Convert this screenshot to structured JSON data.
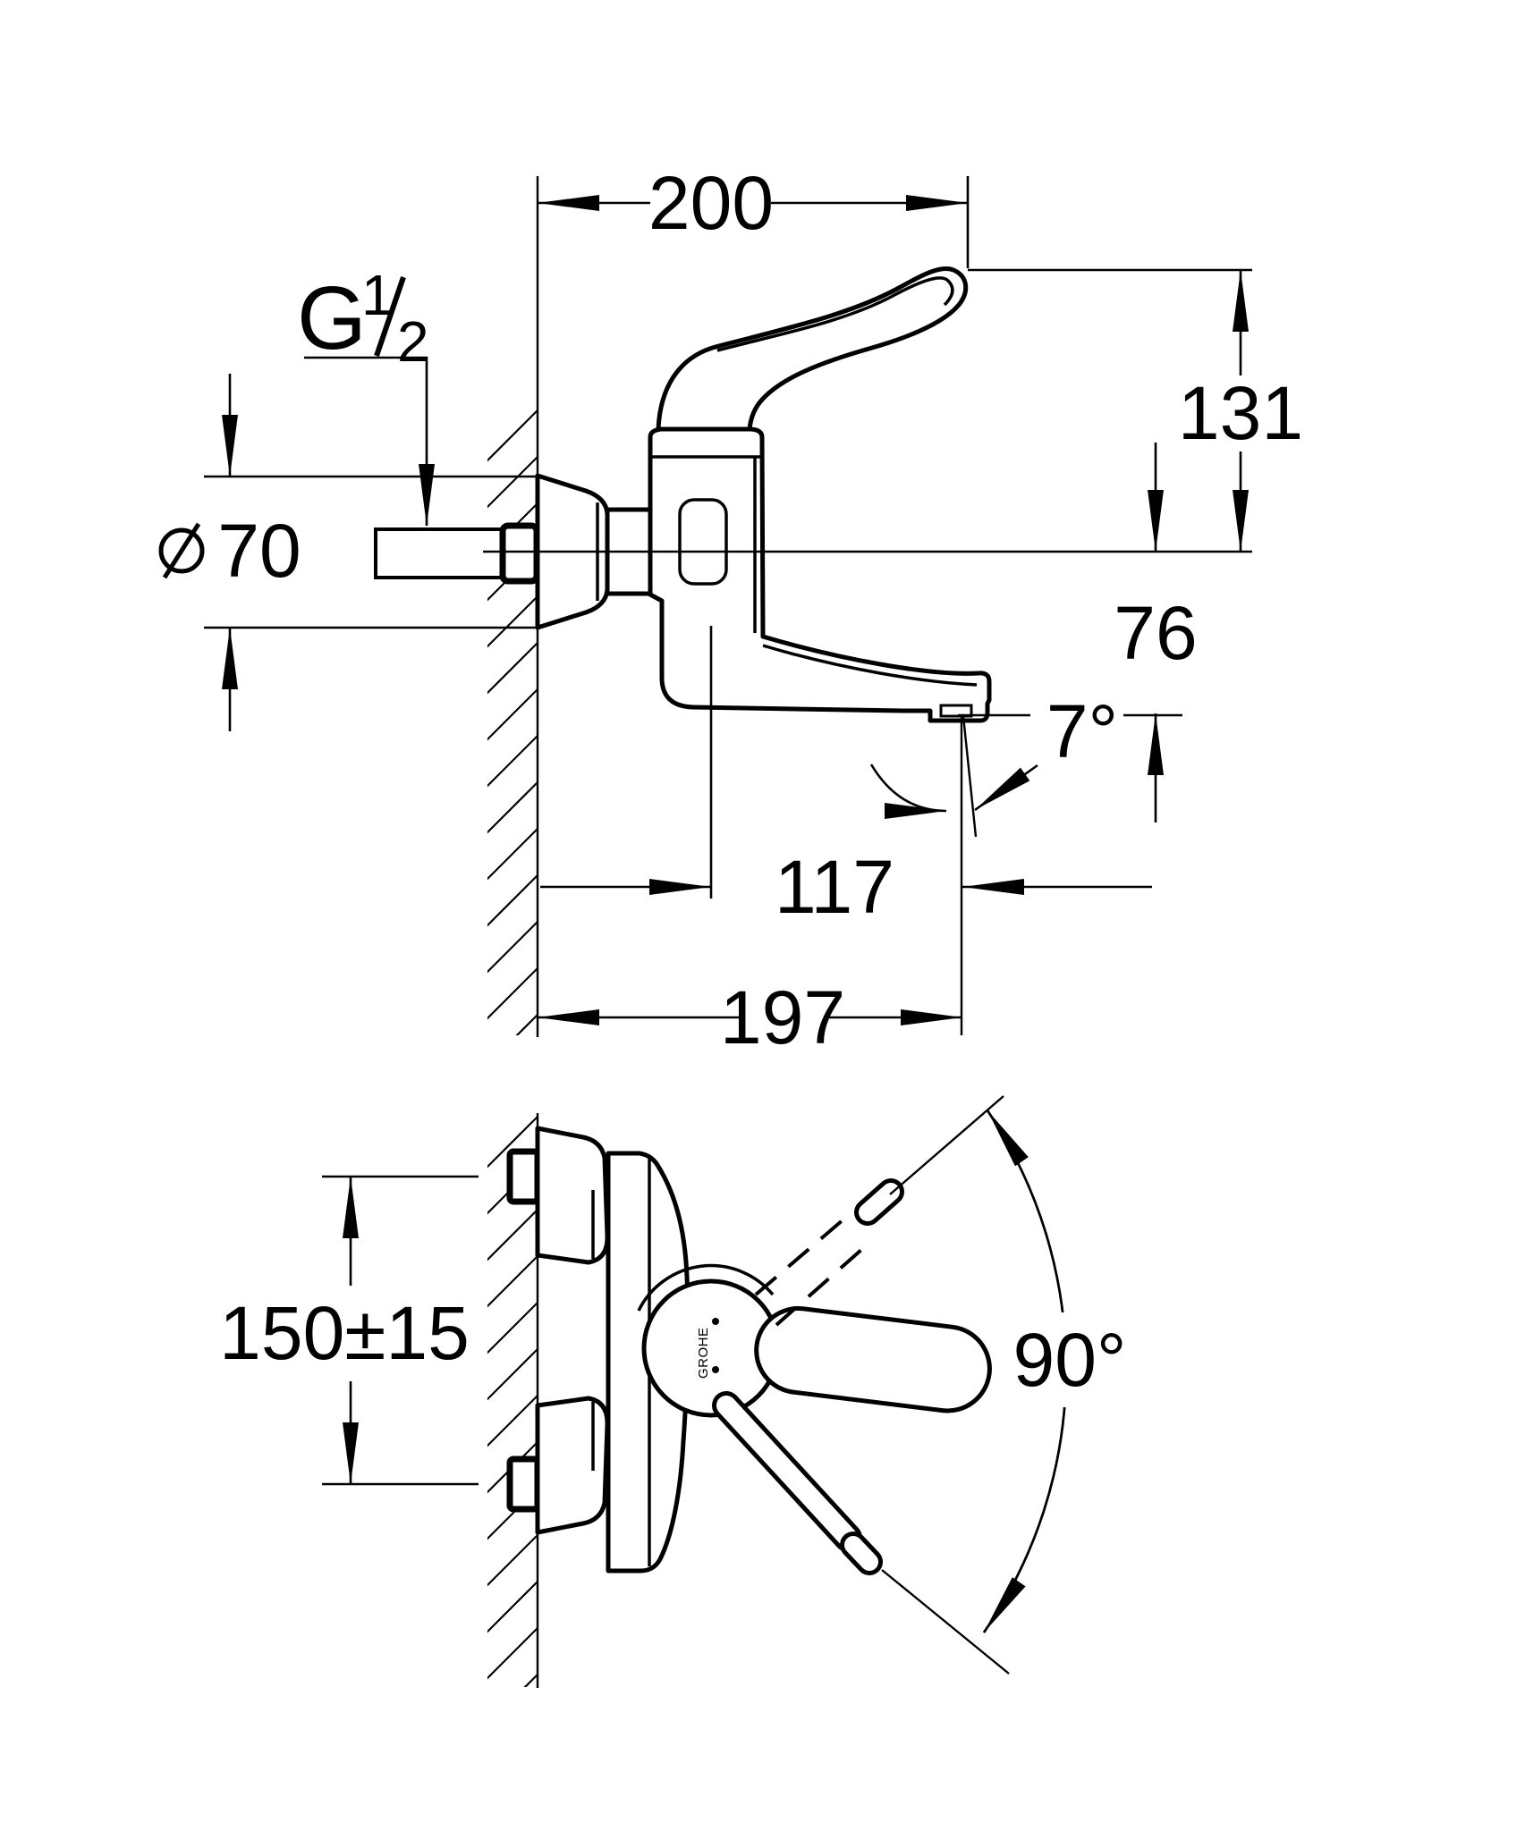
{
  "drawing": {
    "type": "installation dimensional drawing",
    "product": "wall-mounted single-lever mixer with long hygiene lever",
    "views": {
      "side_view": "side elevation with wall section",
      "front_view": "front elevation with lever swing"
    }
  },
  "dimensions": {
    "wall_to_lever_tip": "200",
    "lever_height_above_axis": "131",
    "axis_to_outlet_drop": "76",
    "escutcheon_diameter_value": "70",
    "escutcheon_diameter_symbol": "∅",
    "thread": {
      "prefix": "G",
      "numerator": "1",
      "denominator": "2"
    },
    "outlet_to_body_axis": "117",
    "spout_reach_from_wall": "197",
    "spray_angle": "7°",
    "connection_spacing": "150±15",
    "lever_swing_angle": "90°"
  },
  "branding": {
    "logo": "GROHE"
  },
  "colors": {
    "line": "#000000",
    "background": "#ffffff"
  }
}
